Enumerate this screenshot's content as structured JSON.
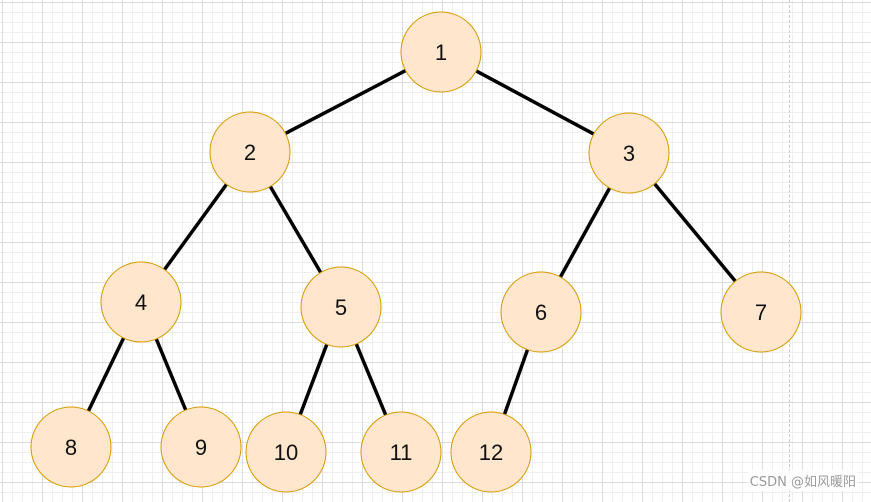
{
  "diagram": {
    "type": "binary-tree",
    "colors": {
      "node_fill": "#ffe6cc",
      "node_stroke": "#d79b00",
      "edge": "#000000",
      "grid": "#dcdcdc"
    },
    "nodes": [
      {
        "id": "n1",
        "label": "1"
      },
      {
        "id": "n2",
        "label": "2"
      },
      {
        "id": "n3",
        "label": "3"
      },
      {
        "id": "n4",
        "label": "4"
      },
      {
        "id": "n5",
        "label": "5"
      },
      {
        "id": "n6",
        "label": "6"
      },
      {
        "id": "n7",
        "label": "7"
      },
      {
        "id": "n8",
        "label": "8"
      },
      {
        "id": "n9",
        "label": "9"
      },
      {
        "id": "n10",
        "label": "10"
      },
      {
        "id": "n11",
        "label": "11"
      },
      {
        "id": "n12",
        "label": "12"
      }
    ],
    "edges": [
      {
        "from": "n1",
        "to": "n2"
      },
      {
        "from": "n1",
        "to": "n3"
      },
      {
        "from": "n2",
        "to": "n4"
      },
      {
        "from": "n2",
        "to": "n5"
      },
      {
        "from": "n3",
        "to": "n6"
      },
      {
        "from": "n3",
        "to": "n7"
      },
      {
        "from": "n4",
        "to": "n8"
      },
      {
        "from": "n4",
        "to": "n9"
      },
      {
        "from": "n5",
        "to": "n10"
      },
      {
        "from": "n5",
        "to": "n11"
      },
      {
        "from": "n6",
        "to": "n12"
      }
    ]
  },
  "watermark": "CSDN @如风暖阳"
}
